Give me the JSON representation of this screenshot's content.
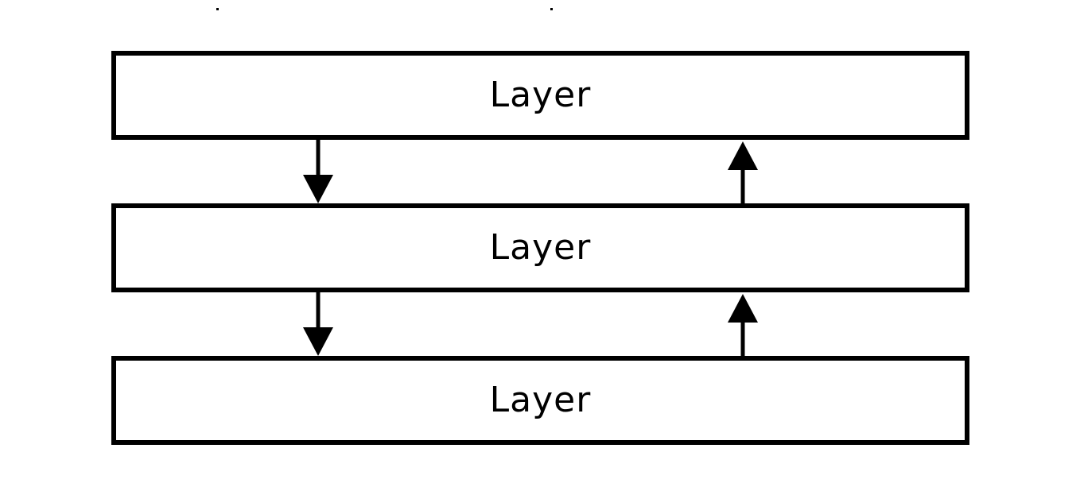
{
  "layers": [
    {
      "label": "Layer"
    },
    {
      "label": "Layer"
    },
    {
      "label": "Layer"
    }
  ],
  "arrows": [
    {
      "direction": "down",
      "from_layer": 1,
      "to_layer": 2
    },
    {
      "direction": "up",
      "from_layer": 2,
      "to_layer": 1
    },
    {
      "direction": "down",
      "from_layer": 2,
      "to_layer": 3
    },
    {
      "direction": "up",
      "from_layer": 3,
      "to_layer": 2
    }
  ],
  "colors": {
    "stroke": "#000000",
    "background": "#ffffff"
  }
}
